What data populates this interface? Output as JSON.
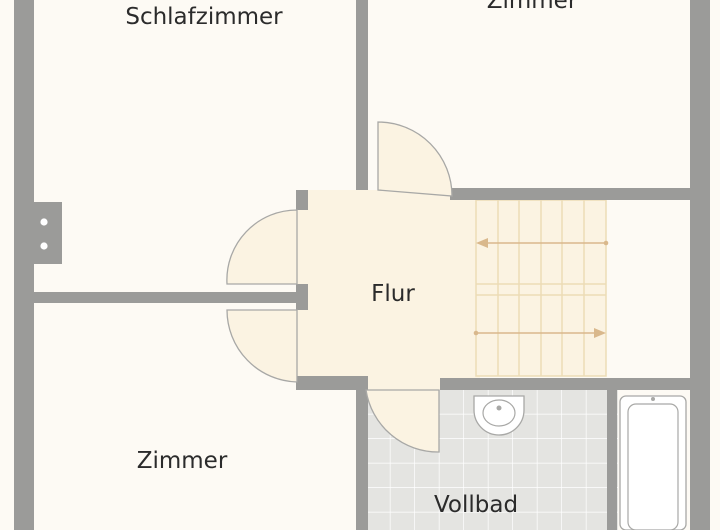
{
  "rooms": {
    "bedroom": "Schlafzimmer",
    "room_top": "Zimmer",
    "hall": "Flur",
    "room_bottom": "Zimmer",
    "bathroom": "Vollbad"
  },
  "colors": {
    "wall": "#9a9a98",
    "floor": "#fdfaf4",
    "hall_floor": "#fbf3e0",
    "stairs": "#e9d7ad",
    "tiles": "#e5e5e2",
    "tile_lines": "#ffffff"
  }
}
